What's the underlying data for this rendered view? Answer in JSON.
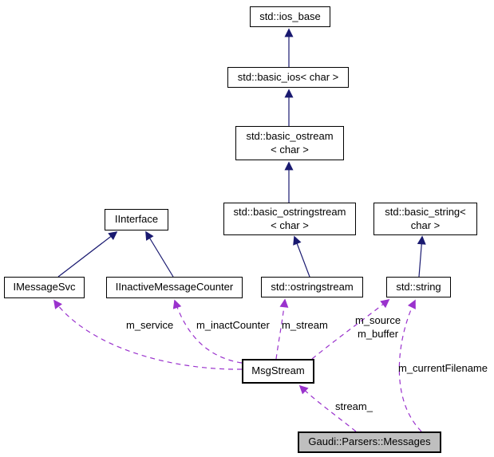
{
  "diagram": {
    "nodes": {
      "ios_base": {
        "label": "std::ios_base"
      },
      "basic_ios": {
        "label": "std::basic_ios< char >"
      },
      "basic_ostream": {
        "line1": "std::basic_ostream",
        "line2": "< char >"
      },
      "basic_ostringstream": {
        "line1": "std::basic_ostringstream",
        "line2": "< char >"
      },
      "basic_string": {
        "line1": "std::basic_string<",
        "line2": "char >"
      },
      "iinterface": {
        "label": "IInterface"
      },
      "imessagesvc": {
        "label": "IMessageSvc"
      },
      "iinactive_message_counter": {
        "label": "IInactiveMessageCounter"
      },
      "ostringstream": {
        "label": "std::ostringstream"
      },
      "string": {
        "label": "std::string"
      },
      "msgstream": {
        "label": "MsgStream"
      },
      "messages": {
        "label": "Gaudi::Parsers::Messages"
      }
    },
    "edge_labels": {
      "m_service": "m_service",
      "m_inact_counter": "m_inactCounter",
      "m_stream": "m_stream",
      "m_source": "m_source",
      "m_buffer": "m_buffer",
      "stream": "stream_",
      "m_current_filename": "m_currentFilename"
    },
    "colors": {
      "inheritance_edge": "#191970",
      "usage_edge": "#9a32cd",
      "node_border": "#000000",
      "node_fill": "#ffffff",
      "selected_node_fill": "#bfbfbf",
      "background": "#ffffff"
    }
  }
}
